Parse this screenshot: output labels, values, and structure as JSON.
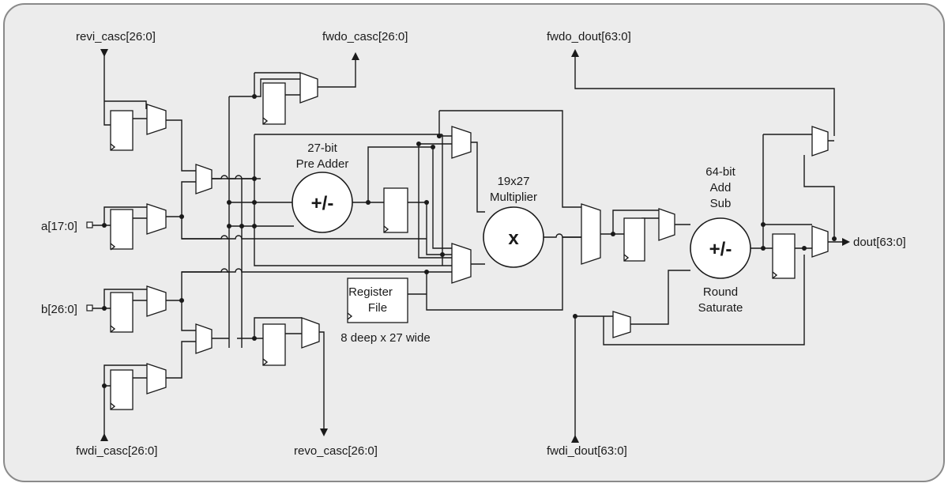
{
  "ports": {
    "revi_casc": "revi_casc[26:0]",
    "fwdo_casc": "fwdo_casc[26:0]",
    "fwdo_dout": "fwdo_dout[63:0]",
    "a_in": "a[17:0]",
    "b_in": "b[26:0]",
    "fwdi_casc": "fwdi_casc[26:0]",
    "revo_casc": "revo_casc[26:0]",
    "fwdi_dout": "fwdi_dout[63:0]",
    "dout": "dout[63:0]"
  },
  "blocks": {
    "pre_adder": {
      "line1": "27-bit",
      "line2": "Pre Adder",
      "symbol": "+/-"
    },
    "multiplier": {
      "line1": "19x27",
      "line2": "Multiplier",
      "symbol": "x"
    },
    "add_sub": {
      "line1": "64-bit",
      "line2": "Add",
      "line3": "Sub",
      "symbol": "+/-",
      "note1": "Round",
      "note2": "Saturate"
    },
    "register_file": {
      "line1": "Register",
      "line2": "File",
      "caption": "8 deep x 27 wide"
    }
  }
}
